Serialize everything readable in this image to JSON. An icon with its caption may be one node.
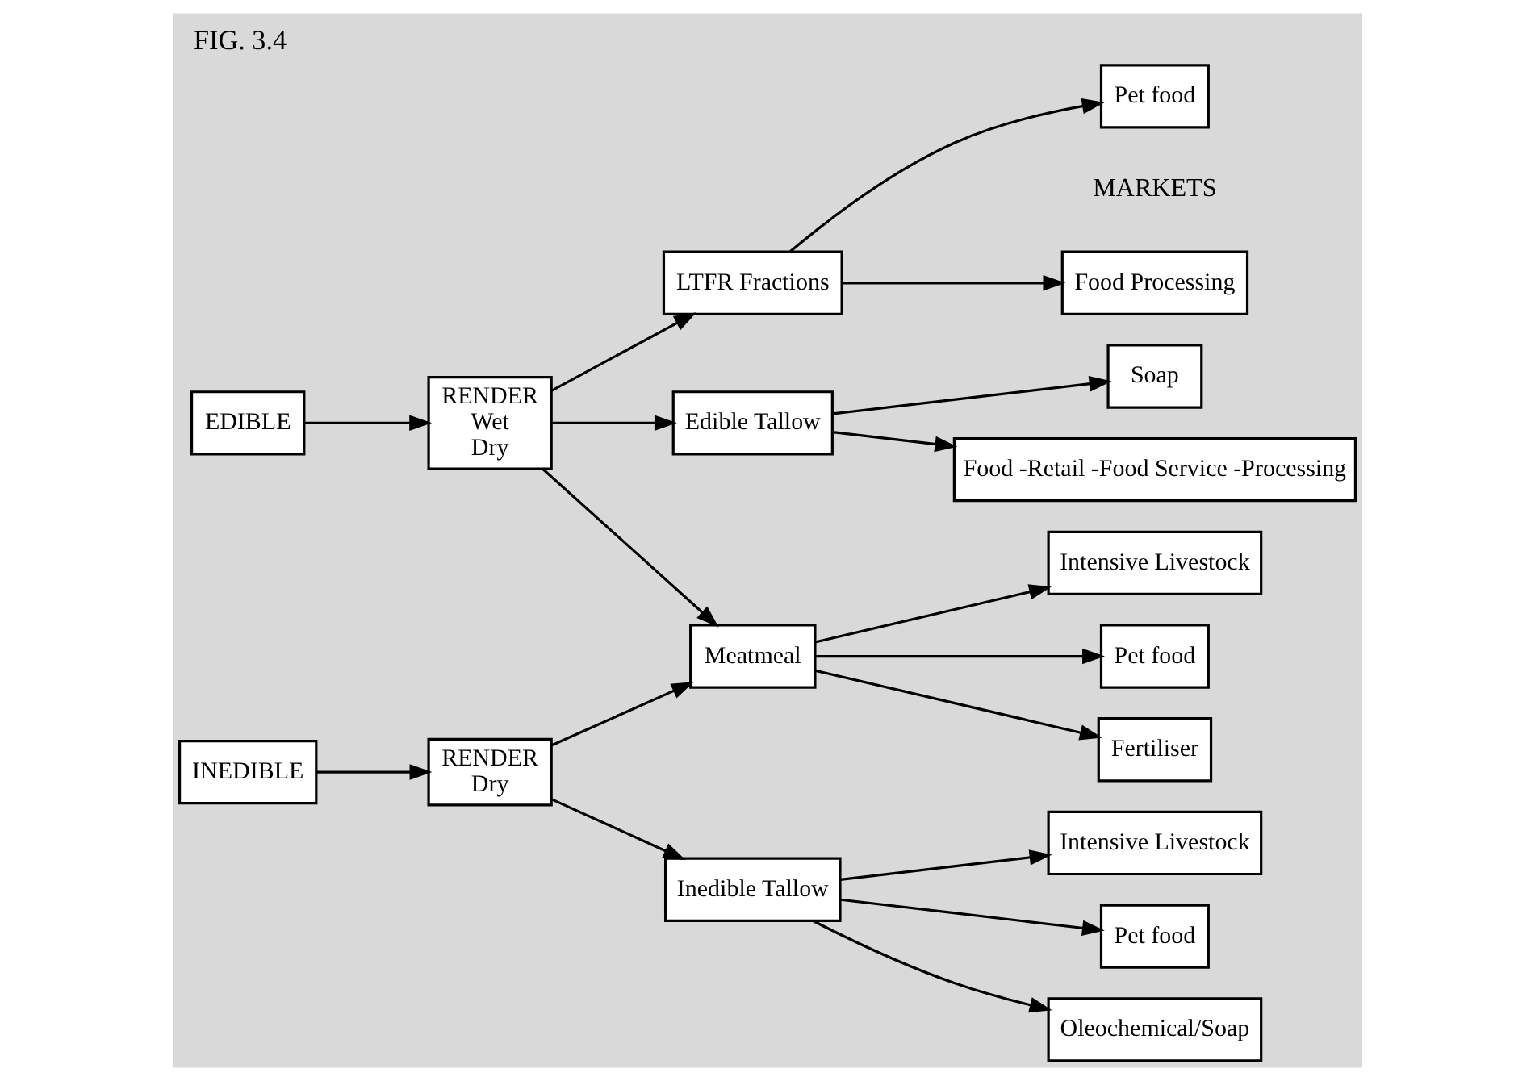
{
  "diagram": {
    "title": "FIG. 3.4",
    "nodes": [
      {
        "text": [
          "EDIBLE"
        ]
      },
      {
        "text": [
          "RENDER",
          "Wet",
          "Dry"
        ]
      },
      {
        "text": [
          "INEDIBLE"
        ]
      },
      {
        "text": [
          "RENDER",
          "Dry"
        ]
      },
      {
        "text": [
          "LTFR Fractions"
        ]
      },
      {
        "text": [
          "Edible Tallow"
        ]
      },
      {
        "text": [
          "Meatmeal"
        ]
      },
      {
        "text": [
          "Inedible Tallow"
        ]
      },
      {
        "text": [
          "Food Processing"
        ]
      },
      {
        "text": [
          "Pet food"
        ]
      },
      {
        "text": [
          "Food -Retail -Food Service -Processing"
        ]
      },
      {
        "text": [
          "Soap"
        ]
      },
      {
        "text": [
          "Intensive Livestock"
        ]
      },
      {
        "text": [
          "Pet food"
        ]
      },
      {
        "text": [
          "Fertiliser"
        ]
      },
      {
        "text": [
          "Oleochemical/Soap"
        ]
      },
      {
        "text": [
          "Intensive Livestock"
        ]
      },
      {
        "text": [
          "Pet food"
        ]
      }
    ],
    "edges": [
      {
        "from": 0,
        "to": 1,
        "arrow": "to"
      },
      {
        "from": 2,
        "to": 3,
        "arrow": "to"
      },
      {
        "from": 1,
        "to": 4,
        "arrow": "to"
      },
      {
        "from": 1,
        "to": 5,
        "arrow": "to"
      },
      {
        "from": 1,
        "to": 6,
        "arrow": "to"
      },
      {
        "from": 3,
        "to": 6,
        "arrow": "to"
      },
      {
        "from": 3,
        "to": 7,
        "arrow": "to"
      },
      {
        "from": 4,
        "to": 8,
        "arrow": "to"
      },
      {
        "from": 4,
        "to": 9,
        "arrow": "to"
      },
      {
        "from": 5,
        "to": 10,
        "arrow": "to"
      },
      {
        "from": 5,
        "to": 11,
        "arrow": "to"
      },
      {
        "from": 6,
        "to": 12,
        "arrow": "to"
      },
      {
        "from": 6,
        "to": 13,
        "arrow": "to"
      },
      {
        "from": 6,
        "to": 14,
        "arrow": "to"
      },
      {
        "from": 7,
        "to": 15,
        "arrow": "to"
      },
      {
        "from": 7,
        "to": 16,
        "arrow": "to"
      },
      {
        "from": 7,
        "to": 17,
        "arrow": "to"
      }
    ],
    "labels": [
      "MARKETS"
    ]
  }
}
